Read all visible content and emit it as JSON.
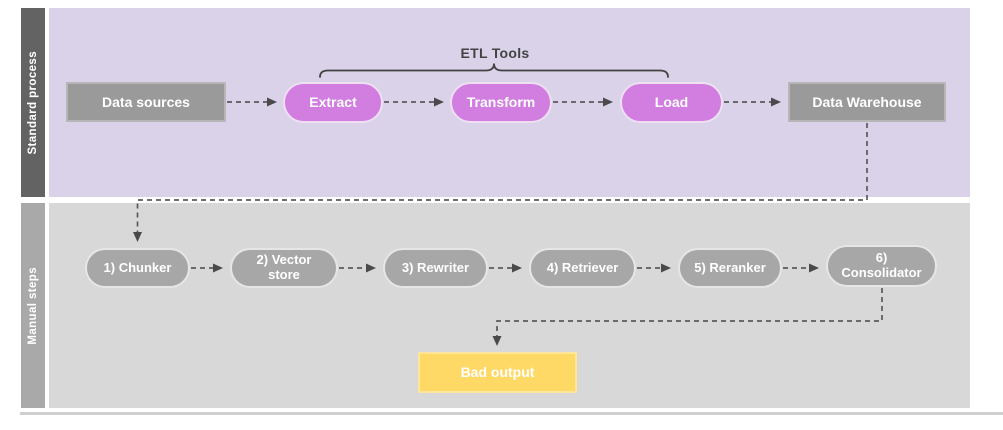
{
  "diagram": {
    "lanes": [
      {
        "title": "Standard process",
        "nodes": [
          {
            "label": "Data sources"
          },
          {
            "label": "Extract"
          },
          {
            "label": "Transform"
          },
          {
            "label": "Load"
          },
          {
            "label": "Data Warehouse"
          }
        ]
      },
      {
        "title": "Manual steps",
        "nodes": [
          {
            "label": "1) Chunker"
          },
          {
            "label": "2) Vector store"
          },
          {
            "label": "3) Rewriter"
          },
          {
            "label": "4) Retriever"
          },
          {
            "label": "5) Reranker"
          },
          {
            "label": "6) Consolidator"
          },
          {
            "label": "Bad output"
          }
        ]
      }
    ],
    "annotations": {
      "etl_tools_label": "ETL Tools"
    },
    "colors": {
      "lane_standard_bg": "#d9d2e9",
      "lane_manual_bg": "#d8d8d8",
      "strip_standard": "#636363",
      "strip_manual": "#a9a9a9",
      "etl_step_fill": "#d27de0",
      "gray_node_fill": "#9a9a9a",
      "manual_step_fill": "#a7a7a7",
      "bad_output_fill": "#ffd966",
      "connector": "#5a5a5a",
      "label_text": "#434343"
    }
  }
}
